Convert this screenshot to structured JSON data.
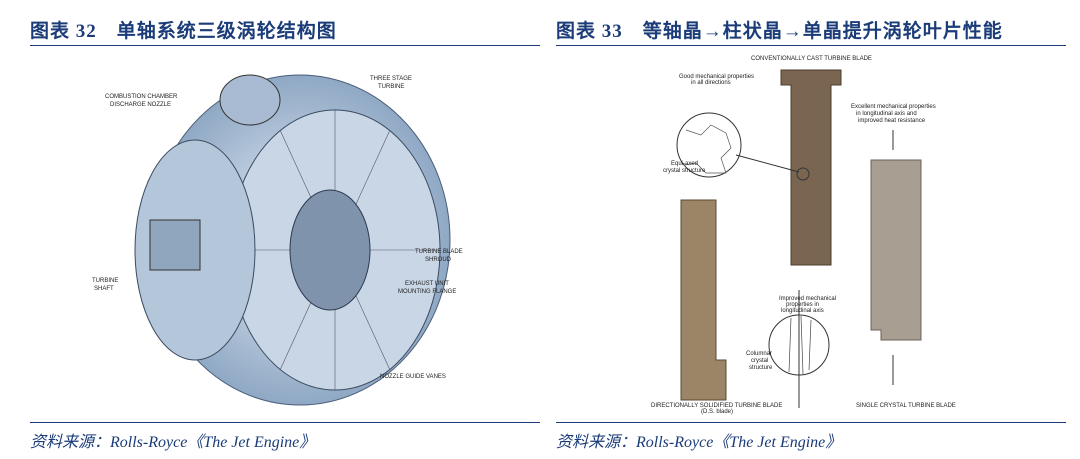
{
  "left": {
    "title": "图表 32　单轴系统三级涡轮结构图",
    "source": "资料来源：Rolls-Royce《The Jet Engine》",
    "labels": {
      "combustion": "COMBUSTION CHAMBER",
      "nozzle": "DISCHARGE NOZZLE",
      "three": "THREE STAGE",
      "turbine": "TURBINE",
      "blade": "TURBINE BLADE",
      "shroud": "SHROUD",
      "exhaust": "EXHAUST UNIT",
      "flange": "MOUNTING FLANGE",
      "tshaft1": "TURBINE",
      "tshaft2": "SHAFT",
      "ngv": "NOZZLE GUIDE VANES"
    }
  },
  "right": {
    "title": "图表 33　等轴晶→柱状晶→单晶提升涡轮叶片性能",
    "source": "资料来源：Rolls-Royce《The Jet Engine》",
    "labels": {
      "cast": "CONVENTIONALLY CAST TURBINE BLADE",
      "good1": "Good mechanical properties",
      "good2": "in all directions",
      "equi1": "Equi-axed",
      "equi2": "crystal structure",
      "exc1": "Excellent mechanical properties",
      "exc2": "in longitudinal axis and",
      "exc3": "improved heat resistance",
      "imp1": "Improved mechanical",
      "imp2": "properties in",
      "imp3": "longitudinal axis",
      "col1": "Columnar",
      "col2": "crystal",
      "col3": "structure",
      "ds1": "DIRECTIONALLY SOLIDIFIED TURBINE BLADE",
      "ds2": "(D.S. blade)",
      "sc": "SINGLE CRYSTAL TURBINE BLADE"
    }
  }
}
